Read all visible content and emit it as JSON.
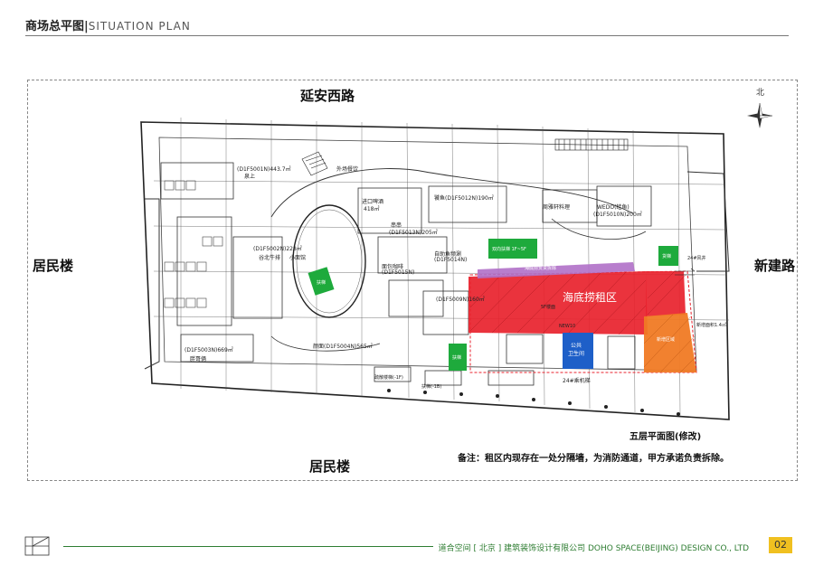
{
  "header": {
    "title": "商场总平图",
    "separator": "|",
    "subtitle": "SITUATION PLAN"
  },
  "roads": {
    "north": "延安西路",
    "south": "居民楼",
    "west": "居民楼",
    "east": "新建路"
  },
  "compass": {
    "label": "北"
  },
  "zones": {
    "rental": "海底捞租区",
    "restroom": "公共\n卫生间",
    "green_escalator": "双向扶梯 1F~5F",
    "purple_strip": "海底捞负责拆除",
    "orange_area": "新增区域",
    "lift_a": "扶梯",
    "lift_b": "扶梯",
    "lift_c": "货梯"
  },
  "labels": {
    "l1": "(D1F5001N)443.7㎡",
    "l2": "泉上",
    "l3": "外场餐饮",
    "l4": "进口啤酒",
    "l5": "418㎡",
    "l6": "饕鱼(D1F5012N)190㎡",
    "l7": "周雅轩料理",
    "l8": "WEDO(蛙鱼)",
    "l9": "(D1F5010N)200㎡",
    "l10": "(D1F5002N)228㎡",
    "l11": "谷北牛排",
    "l12": "小面馆",
    "l13": "(D1F5013N)205㎡",
    "l14": "串串",
    "l15": "自助鱼频涮",
    "l16": "(D1F5014N)",
    "l17": "面包咖啡",
    "l18": "(D1F5015N)",
    "l19": "(D1F5009N)160㎡",
    "l20": "(D1F5003N)669㎡",
    "l21": "胖哥俩",
    "l22": "颜面(D1F5004N)565㎡",
    "l23": "NEW10",
    "l24": "24#乘机梯",
    "l25": "24#风井",
    "l26": "5F楼面",
    "l27": "新增面积1.4㎡",
    "l28": "疏散楼梯(-1F)",
    "l29": "扶梯(-1B)"
  },
  "floor_title": "五层平面图(修改)",
  "note": "备注：租区内现存在一处分隔墙，为消防通道，甲方承诺负责拆除。",
  "footer": {
    "company": "道合空间 [ 北京 ] 建筑装饰设计有限公司  DOHO SPACE(BEIJING) DESIGN CO.,  LTD",
    "page": "02"
  },
  "colors": {
    "rental": "#e8222c",
    "orange": "#f07a24",
    "green": "#1eaa3c",
    "blue": "#1e5fc8",
    "purple": "#b070c8",
    "accent": "#2e7d32",
    "badge": "#f0c020"
  }
}
